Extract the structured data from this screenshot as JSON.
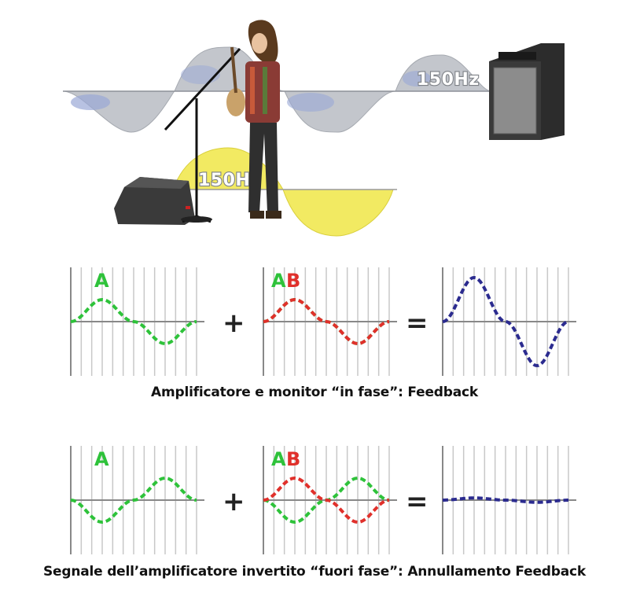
{
  "top_scene": {
    "amp_wave_label": "150Hz",
    "monitor_wave_label": "150Hz",
    "colors": {
      "amp_wave": "#b9bcc2",
      "monitor_wave": "#f2ea62",
      "speaker": "#3a3a3a"
    }
  },
  "rows": [
    {
      "left_letter": "A",
      "mid_letters": [
        "A",
        "B"
      ],
      "plus": "+",
      "equals": "=",
      "caption": "Amplificatore e monitor “in fase”: Feedback"
    },
    {
      "left_letter": "A",
      "mid_letters": [
        "A",
        "B"
      ],
      "plus": "+",
      "equals": "=",
      "caption": "Segnale dell’amplificatore invertito “fuori fase”: Annullamento Feedback"
    }
  ],
  "colors": {
    "signal_a": "#2ec23a",
    "signal_b": "#e0302b",
    "sum": "#2b2b8f",
    "grid": "#c8c8c8",
    "axis": "#888888"
  },
  "chart_data": [
    {
      "type": "line",
      "series": [
        {
          "name": "A",
          "values": [
            0,
            1,
            0,
            -1,
            0
          ]
        }
      ]
    },
    {
      "type": "line",
      "series": [
        {
          "name": "A",
          "values": [
            0,
            1,
            0,
            -1,
            0
          ]
        },
        {
          "name": "B",
          "values": [
            0,
            1,
            0,
            -1,
            0
          ]
        }
      ]
    },
    {
      "type": "line",
      "series": [
        {
          "values": [
            0,
            2,
            0,
            -2,
            0
          ]
        }
      ]
    },
    {
      "type": "line",
      "series": [
        {
          "name": "A",
          "values": [
            0,
            -1,
            0,
            1,
            0
          ]
        }
      ]
    },
    {
      "type": "line",
      "series": [
        {
          "name": "A",
          "values": [
            0,
            -1,
            0,
            1,
            0
          ]
        },
        {
          "name": "B",
          "values": [
            0,
            1,
            0,
            -1,
            0
          ]
        }
      ]
    },
    {
      "type": "line",
      "series": [
        {
          "values": [
            0,
            0.1,
            0,
            -0.1,
            0
          ]
        }
      ]
    }
  ]
}
